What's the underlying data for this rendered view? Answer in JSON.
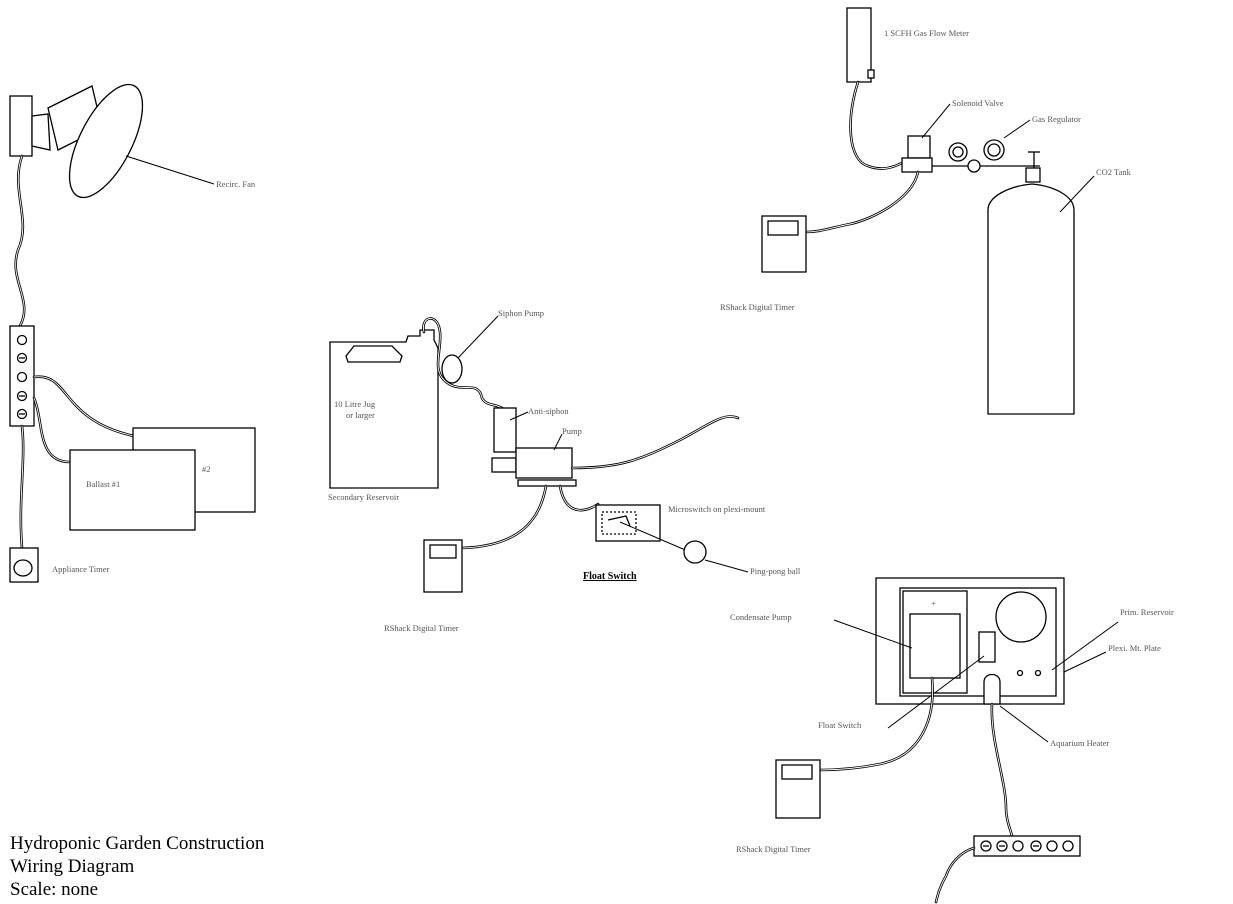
{
  "title_block": {
    "line1": "Hydroponic Garden Construction",
    "line2": "Wiring Diagram",
    "line3": "Scale: none"
  },
  "labels": {
    "recirc_fan": "Recirc. Fan",
    "ballast1": "Ballast #1",
    "ballast2": "#2",
    "appliance_timer": "Appliance Timer",
    "siphon_pump": "Siphon Pump",
    "jug": "10 Litre Jug",
    "jug2": "or larger",
    "secondary_reservoir": "Secondary Reservoir",
    "anti_siphon": "Anti-siphon",
    "pump": "Pump",
    "microswitch": "Microswitch on plexi-mount",
    "float_switch_title": "Float Switch",
    "ping_pong": "Ping-pong ball",
    "rshack_timer_mid": "RShack Digital Timer",
    "gas_flow_meter": "1 SCFH Gas Flow Meter",
    "solenoid_valve": "Solenoid Valve",
    "gas_regulator": "Gas Regulator",
    "co2_tank": "CO2 Tank",
    "rshack_timer_top": "RShack Digital Timer",
    "condensate_pump": "Condensate Pump",
    "prim_reservoir": "Prim. Reservoir",
    "plexi_plate": "Plexi. Mt. Plate",
    "float_switch": "Float Switch",
    "aquarium_heater": "Aquarium Heater",
    "rshack_timer_bottom": "RShack Digital Timer",
    "plus_sign": "+"
  }
}
